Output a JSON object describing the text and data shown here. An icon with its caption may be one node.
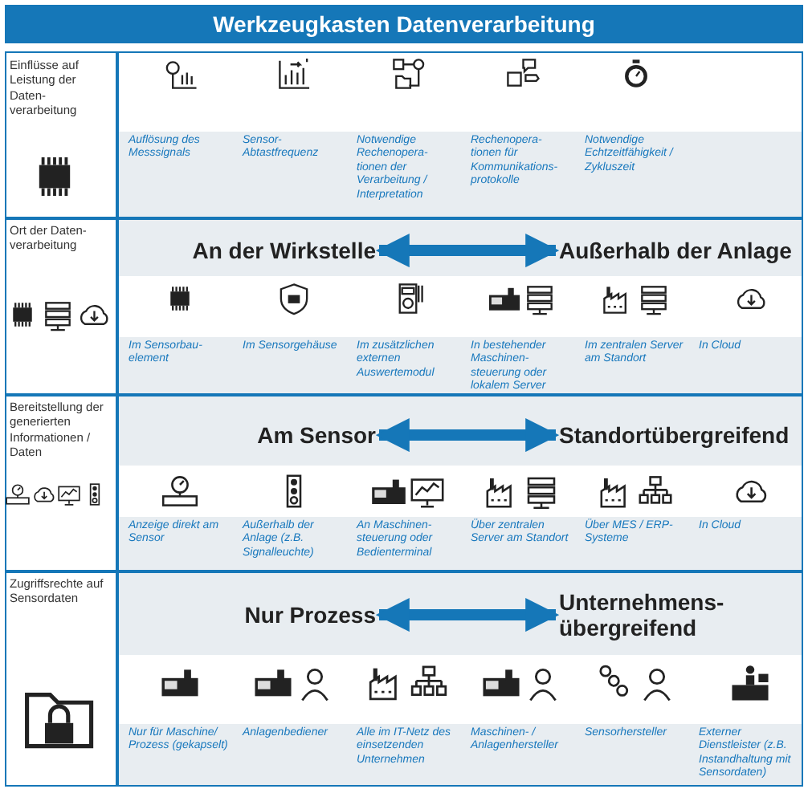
{
  "diagram": {
    "title": "Werkzeugkasten Datenverarbeitung",
    "nodes": [
      {
        "text": [
          "An der Wirkstelle"
        ]
      },
      {
        "text": [
          "Außerhalb der Anlage"
        ]
      },
      {
        "text": [
          "Am Sensor"
        ]
      },
      {
        "text": [
          "Standortübergreifend"
        ]
      },
      {
        "text": [
          "Nur Prozess"
        ]
      },
      {
        "text": [
          "Unternehmens- übergreifend"
        ]
      }
    ],
    "edges": [
      {
        "from": 0,
        "to": 1,
        "arrow": "both"
      },
      {
        "from": 2,
        "to": 3,
        "arrow": "both"
      },
      {
        "from": 4,
        "to": 5,
        "arrow": "both"
      }
    ],
    "labels": [
      "Einflüsse auf Leistung der Daten- verarbeitung",
      "Auflösung des Messsignals",
      "Sensor- Abtastfrequenz",
      "Notwendige Rechenopera- tionen der Verarbeitung / Interpretation",
      "Rechenopera- tionen für Kommunikations- protokolle",
      "Notwendige Echtzeitfähigkeit / Zykluszeit",
      "Ort der Daten- verarbeitung",
      "Im Sensorbau- element",
      "Im Sensorgehäuse",
      "Im zusätzlichen externen Auswertemodul",
      "In bestehender Maschinen- steuerung oder lokalem Server",
      "Im zentralen Server am Standort",
      "In Cloud",
      "Bereitstellung der generierten Informationen / Daten",
      "Anzeige direkt am Sensor",
      "Außerhalb der Anlage (z.B. Signalleuchte)",
      "An Maschinen- steuerung oder Bedienterminal",
      "Über zentralen Server am Standort",
      "Über MES / ERP- Systeme",
      "In Cloud",
      "Zugriffsrechte auf Sensordaten",
      "Nur für Maschine/ Prozess (gekapselt)",
      "Anlagenbediener",
      "Alle im IT-Netz des einsetzenden Unternehmen",
      "Maschinen- / Anlagenhersteller",
      "Sensorhersteller",
      "Externer Dienstleister (z.B. Instandhaltung mit Sensordaten)"
    ]
  }
}
